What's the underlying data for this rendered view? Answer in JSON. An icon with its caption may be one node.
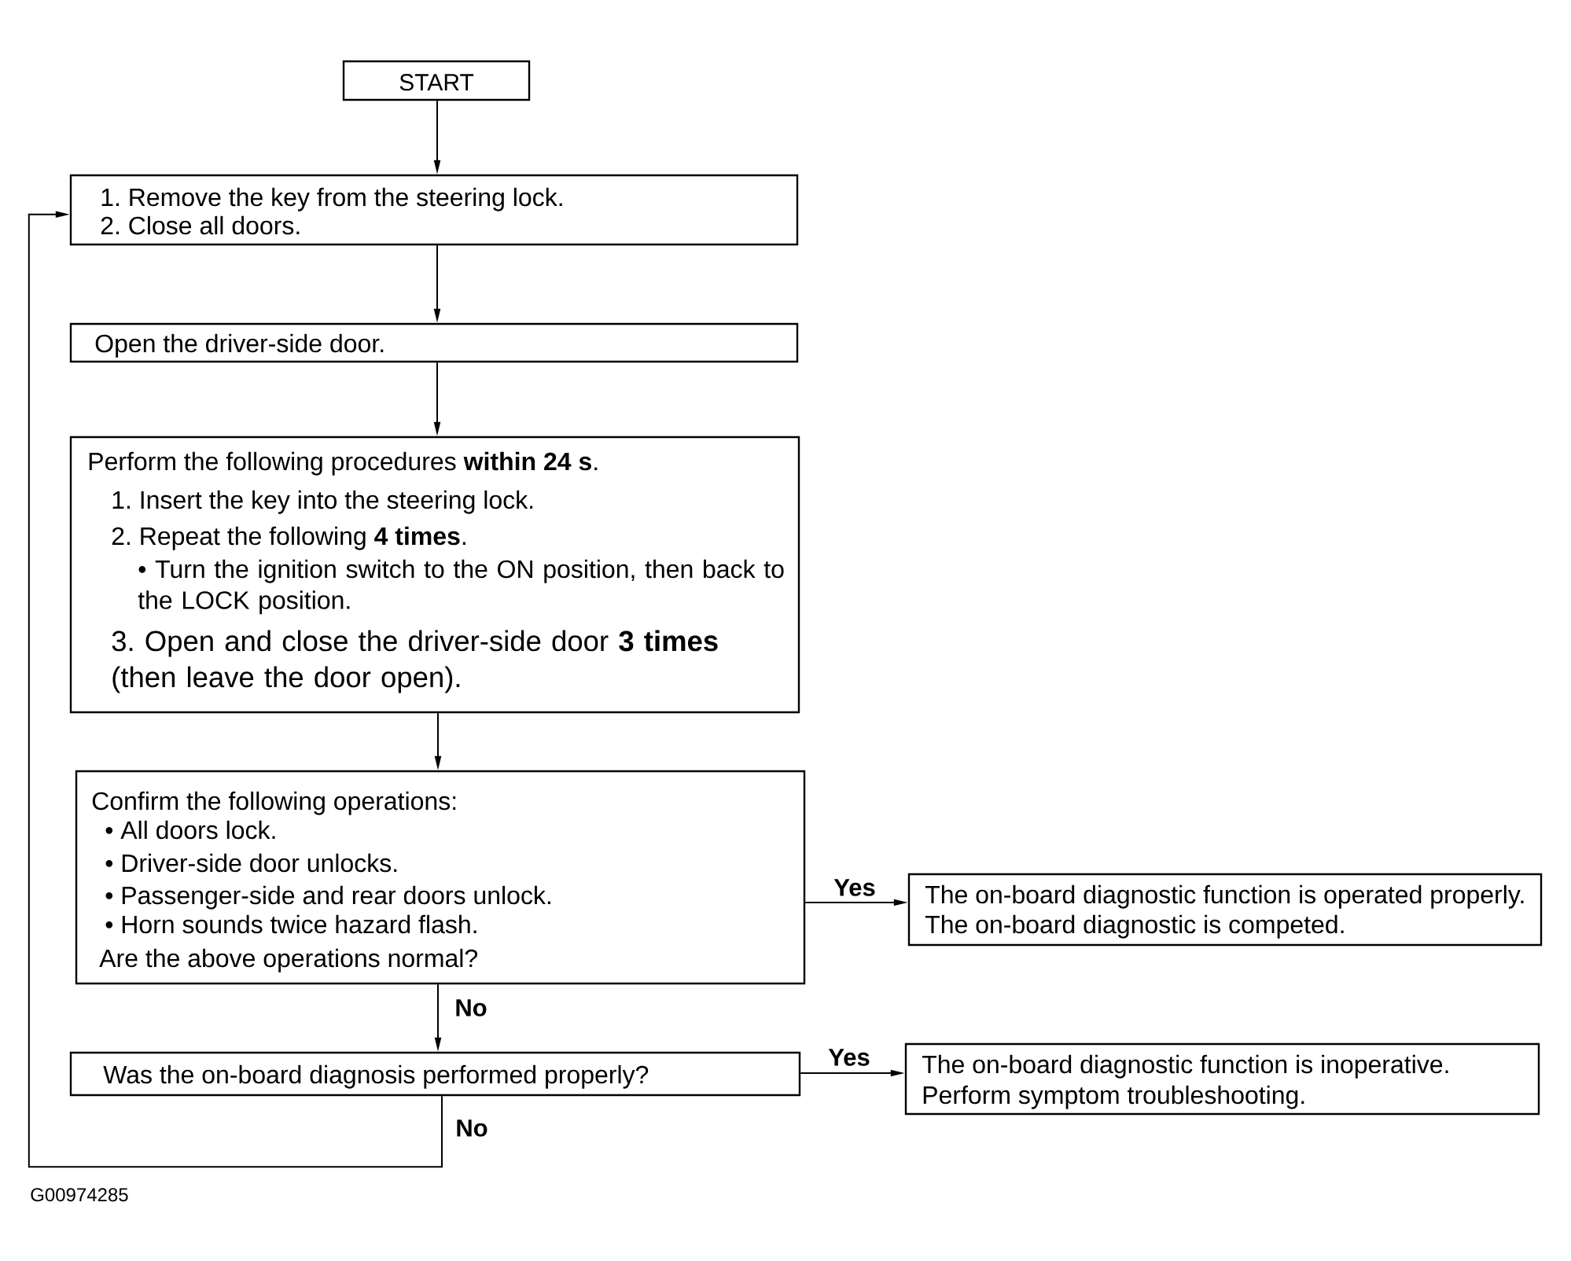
{
  "diagram": {
    "nodes": [
      {
        "text": [
          "START"
        ]
      },
      {
        "text": [
          "1. Remove the key from the steering lock.",
          "2. Close all doors."
        ]
      },
      {
        "text": [
          "Open the driver-side door."
        ]
      },
      {
        "text": [
          "Perform the following procedures **within 24 s**.",
          "1. Insert the key into the steering lock.",
          "2. Repeat the following **4 times**.",
          "• Turn the ignition switch to the ON position, then back to the LOCK position.",
          "3. Open and close the driver-side door **3 times** (then leave the door open)."
        ]
      },
      {
        "text": [
          "Confirm the following operations:",
          "• All doors lock.",
          "• Driver-side door unlocks.",
          "• Passenger-side and rear doors unlock.",
          "• Horn sounds twice hazard flash.",
          "Are the above operations normal?"
        ]
      },
      {
        "text": [
          "The on-board diagnostic function is operated properly.",
          "The on-board diagnostic is competed."
        ]
      },
      {
        "text": [
          "Was the on-board diagnosis performed properly?"
        ]
      },
      {
        "text": [
          "The on-board diagnostic function is inoperative.",
          "Perform symptom troubleshooting."
        ]
      }
    ],
    "edges": [
      {
        "from": 0,
        "to": 1,
        "arrow": "to"
      },
      {
        "from": 1,
        "to": 2,
        "arrow": "to"
      },
      {
        "from": 2,
        "to": 3,
        "arrow": "to"
      },
      {
        "from": 3,
        "to": 4,
        "arrow": "to"
      },
      {
        "from": 4,
        "to": 5,
        "arrow": "to",
        "label": "Yes"
      },
      {
        "from": 4,
        "to": 6,
        "arrow": "to",
        "label": "No"
      },
      {
        "from": 6,
        "to": 7,
        "arrow": "to",
        "label": "Yes"
      },
      {
        "from": 6,
        "to": 1,
        "arrow": "to",
        "label": "No"
      }
    ],
    "labels": [
      "G00974285"
    ]
  }
}
